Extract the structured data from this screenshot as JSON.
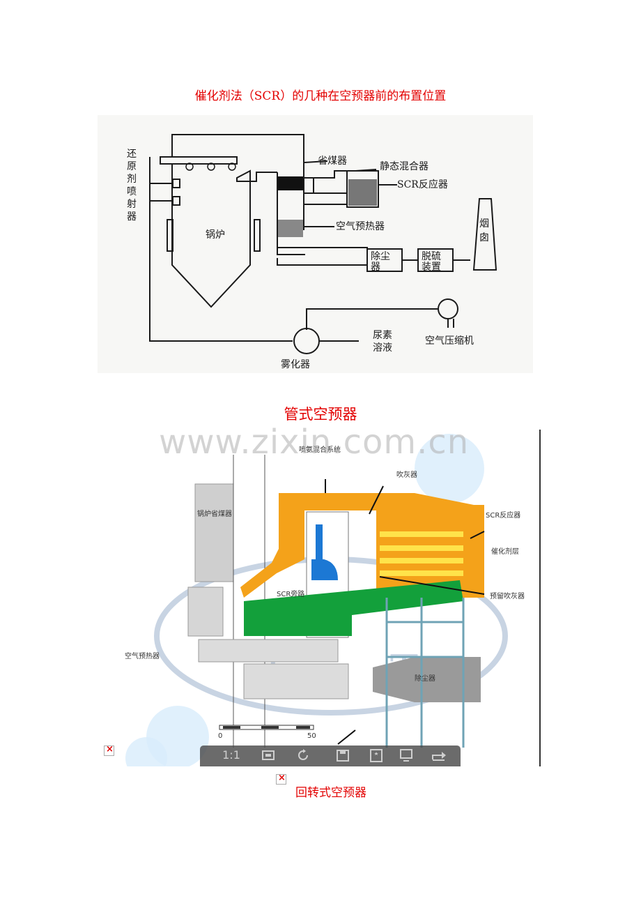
{
  "doc": {
    "title1": "催化剂法（SCR）的几种在空预器前的布置位置",
    "title2": "管式空预器",
    "title3": "回转式空预器",
    "watermark": "www.zixin.com.cn"
  },
  "fig1": {
    "agent_sprayer": [
      "还",
      "原",
      "剂",
      "喷",
      "射",
      "器"
    ],
    "economizer": "省煤器",
    "static_mixer": "静态混合器",
    "scr_reactor": "SCR反应器",
    "chimney": [
      "烟",
      "囱"
    ],
    "boiler": "锅炉",
    "air_preheater": "空气预热器",
    "dust_collector": [
      "除尘",
      "器"
    ],
    "desulfurizer": [
      "脱硫",
      "装置"
    ],
    "urea_solution": [
      "尿素",
      "溶液"
    ],
    "atomizer": "雾化器",
    "air_compressor": "空气压缩机"
  },
  "fig2": {
    "ammonia_system": "喷氨混合系统",
    "soot_blower": "吹灰器",
    "boiler_economizer": "锅炉省煤器",
    "scr_reactor": "SCR反应器",
    "catalyst_layer": "催化剂层",
    "scr_bypass": "SCR旁路",
    "reserved_blower": "预留吹灰器",
    "air_preheater": "空气预热器",
    "dust_collector": "除尘器",
    "scale_start": "0",
    "scale_end": "50",
    "logo_letters": [
      "I",
      "T"
    ]
  },
  "toolbar": {
    "ratio_label": "1:1",
    "icons": [
      "fit-screen-icon",
      "rotate-icon",
      "save-icon",
      "bookmark-icon",
      "display-icon",
      "share-icon"
    ]
  },
  "colors": {
    "title_red": "#e30000",
    "duct_orange": "#f4a21a",
    "catalyst_yellow": "#ffe34a",
    "duct_green": "#13a03b",
    "bypass_blue": "#1c78d4",
    "equipment_gray": "#c9c9c9"
  }
}
